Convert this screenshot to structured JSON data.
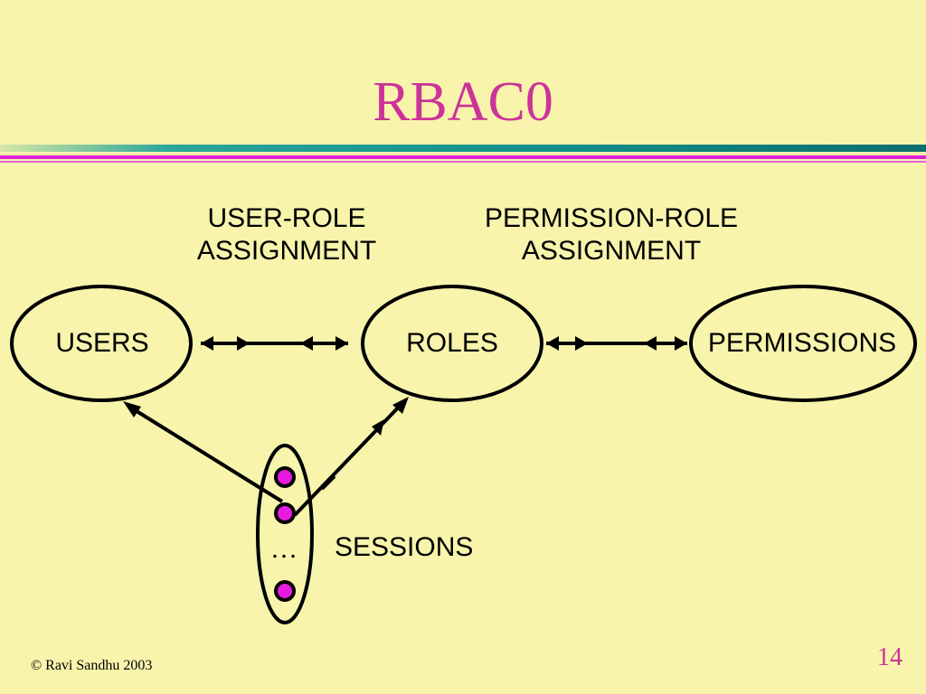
{
  "slide": {
    "title": "RBAC0",
    "copyright": "© Ravi Sandhu 2003",
    "page_number": "14"
  },
  "diagram": {
    "user_role_assignment": [
      "USER-ROLE",
      "ASSIGNMENT"
    ],
    "permission_role_assignment": [
      "PERMISSION-ROLE",
      "ASSIGNMENT"
    ],
    "nodes": {
      "users": "USERS",
      "roles": "ROLES",
      "permissions": "PERMISSIONS",
      "sessions": "SESSIONS"
    },
    "session_ellipsis": "…"
  },
  "colors": {
    "background": "#f8f4ac",
    "title": "#cc3399",
    "session_dot": "#e81ae0",
    "line": "#000000"
  }
}
